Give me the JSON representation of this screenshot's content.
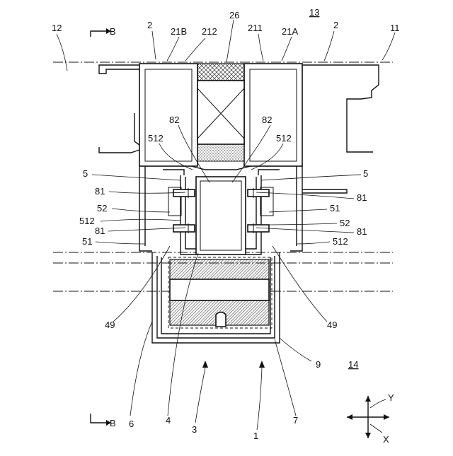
{
  "labels": {
    "l12": "12",
    "l2a": "2",
    "l21b": "21B",
    "l212": "212",
    "l26": "26",
    "l211": "211",
    "l21a": "21A",
    "l13": "13",
    "l2b": "2",
    "l11": "11",
    "l82a": "82",
    "l82b": "82",
    "l512a": "512",
    "l512b": "512",
    "l5a": "5",
    "l5b": "5",
    "l81a": "81",
    "l81b": "81",
    "l52a": "52",
    "l51a": "51",
    "l512c": "512",
    "l52b": "52",
    "l81c": "81",
    "l81d": "81",
    "l51b": "51",
    "l512d": "512",
    "l49a": "49",
    "l49b": "49",
    "l9": "9",
    "l14": "14",
    "l6": "6",
    "l4": "4",
    "l3": "3",
    "l1": "1",
    "l7": "7",
    "lB1": "B",
    "lB2": "B",
    "lY": "Y",
    "lX": "X"
  }
}
